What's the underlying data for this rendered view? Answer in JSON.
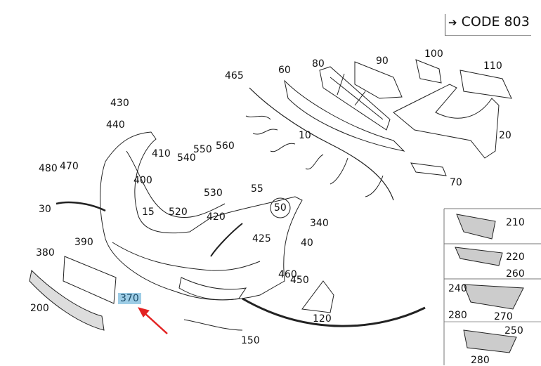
{
  "code_label": {
    "arrow": "➔",
    "text": "CODE 803"
  },
  "highlight": {
    "part": "370",
    "color": "#9ecde6",
    "arrow_color": "#e32222"
  },
  "parts": {
    "p10": "10",
    "p15": "15",
    "p20": "20",
    "p30": "30",
    "p40": "40",
    "p50": "50",
    "p55": "55",
    "p60": "60",
    "p70": "70",
    "p80": "80",
    "p90": "90",
    "p100": "100",
    "p110": "110",
    "p120": "120",
    "p150": "150",
    "p200": "200",
    "p340": "340",
    "p370": "370",
    "p380": "380",
    "p390": "390",
    "p400": "400",
    "p410": "410",
    "p420": "420",
    "p425": "425",
    "p430": "430",
    "p440": "440",
    "p450": "450",
    "p460": "460",
    "p465": "465",
    "p470": "470",
    "p480": "480",
    "p520": "520",
    "p530": "530",
    "p540": "540",
    "p550": "550",
    "p560": "560"
  },
  "side_panels": [
    {
      "labels": [
        "210"
      ]
    },
    {
      "labels": [
        "220",
        "260"
      ]
    },
    {
      "labels": [
        "240",
        "280",
        "270"
      ]
    },
    {
      "labels": [
        "250",
        "280"
      ]
    }
  ]
}
